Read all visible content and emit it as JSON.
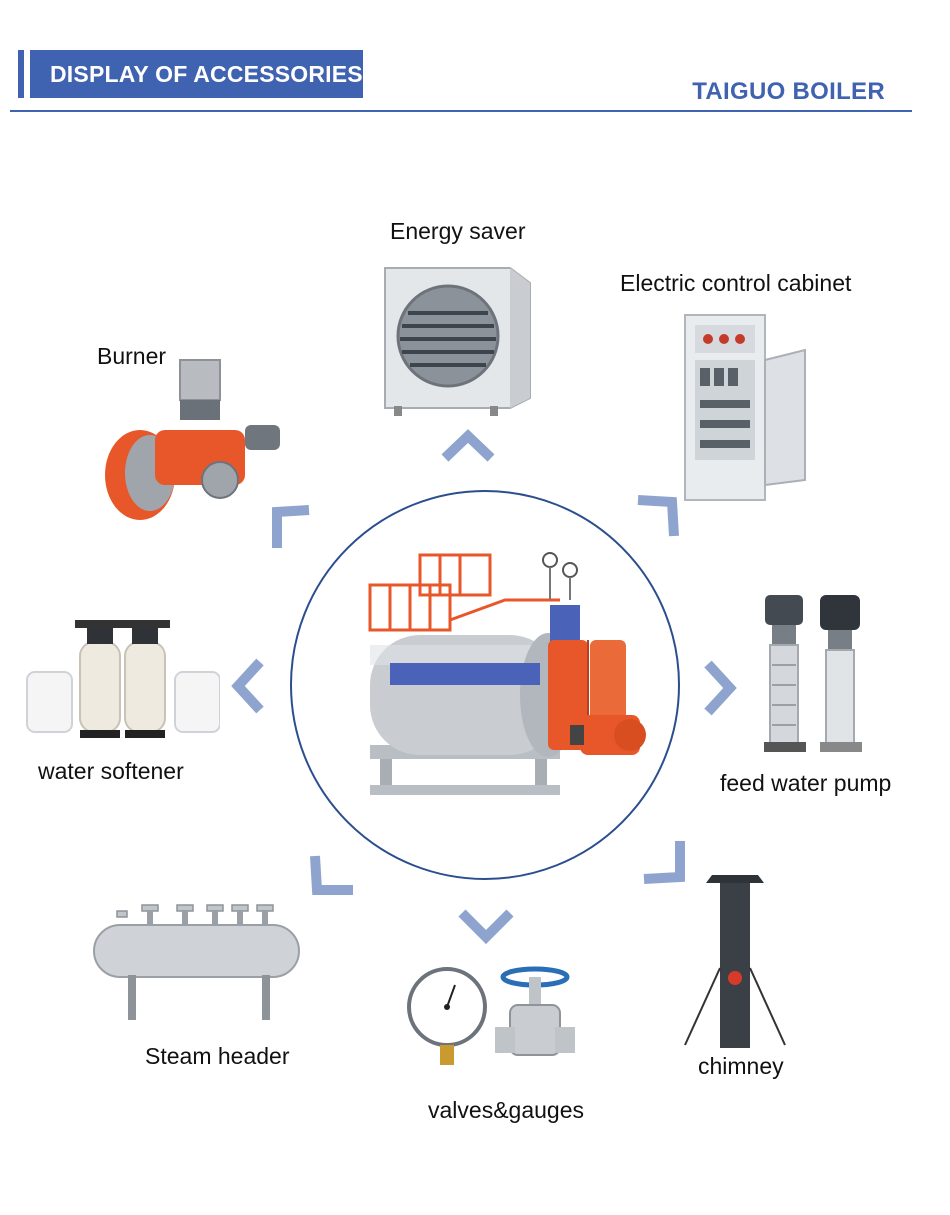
{
  "header": {
    "title": "DISPLAY OF ACCESSORIES",
    "brand": "TAIGUO BOILER"
  },
  "accessories": {
    "energy_saver": "Energy saver",
    "electric_control_cabinet": "Electric control cabinet",
    "burner": "Burner",
    "water_softener": "water softener",
    "feed_water_pump": "feed water pump",
    "steam_header": "Steam header",
    "valves_gauges": "valves&gauges",
    "chimney": "chimney"
  },
  "colors": {
    "accent": "#3f63b0",
    "arrow": "#8ea4cf",
    "boiler_orange": "#e8572a",
    "steel": "#c9cdd2"
  },
  "icons": {
    "arrow_shape": "chevron",
    "center": "boiler-illustration"
  }
}
